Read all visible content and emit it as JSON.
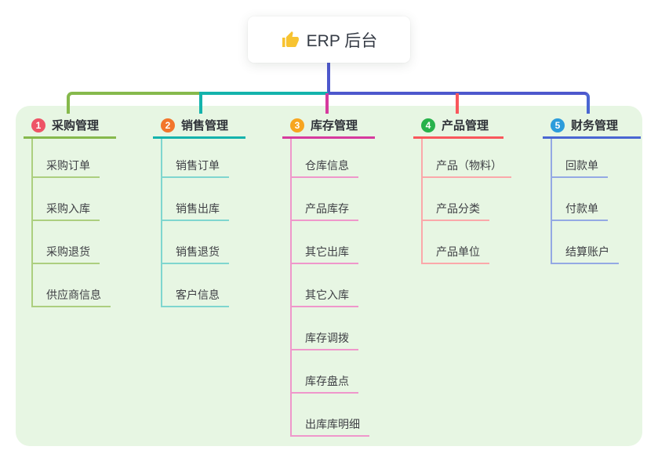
{
  "root": {
    "icon": "thumbs-up-icon",
    "label": "ERP 后台"
  },
  "panel_color": "#e7f6e3",
  "connector": {
    "trunk_color": "#4d58cd"
  },
  "branches": [
    {
      "number": "1",
      "label": "采购管理",
      "badge_color": "#ee5466",
      "line_color": "#86b94c",
      "child_line_color": "#accf7f",
      "children": [
        "采购订单",
        "采购入库",
        "采购退货",
        "供应商信息"
      ]
    },
    {
      "number": "2",
      "label": "销售管理",
      "badge_color": "#f2752b",
      "line_color": "#14b3ac",
      "child_line_color": "#7fd6cf",
      "children": [
        "销售订单",
        "销售出库",
        "销售退货",
        "客户信息"
      ]
    },
    {
      "number": "3",
      "label": "库存管理",
      "badge_color": "#f7a51f",
      "line_color": "#d63a9e",
      "child_line_color": "#ef97cb",
      "children": [
        "仓库信息",
        "产品库存",
        "其它出库",
        "其它入库",
        "库存调拨",
        "库存盘点",
        "出库库明细"
      ]
    },
    {
      "number": "4",
      "label": "产品管理",
      "badge_color": "#27b24b",
      "line_color": "#f9575c",
      "child_line_color": "#fba8aa",
      "children": [
        "产品（物料）",
        "产品分类",
        "产品单位"
      ]
    },
    {
      "number": "5",
      "label": "财务管理",
      "badge_color": "#2c9cdb",
      "line_color": "#4a66d2",
      "child_line_color": "#94a9e4",
      "children": [
        "回款单",
        "付款单",
        "结算账户"
      ]
    }
  ]
}
